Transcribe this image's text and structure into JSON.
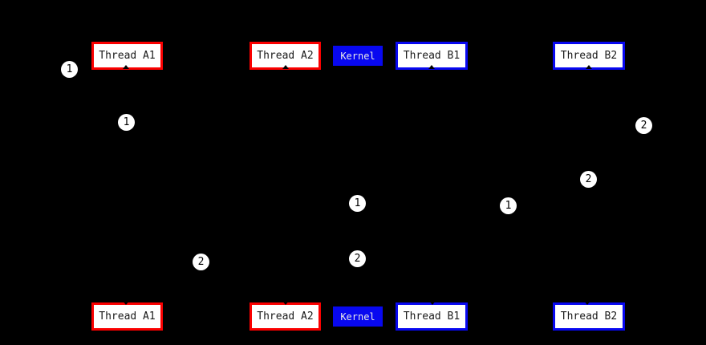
{
  "diagram": {
    "type": "sequence-diagram",
    "background": "#000000"
  },
  "colors": {
    "thread_a_border": "#fa0000",
    "thread_b_border": "#0808f0",
    "kernel_fill": "#0808f0",
    "kernel_text": "#e8e8e8",
    "box_fill": "#ffffff",
    "box_text": "#1a1a1a",
    "marker_fill": "#ffffff",
    "marker_text": "#000000"
  },
  "top_row": {
    "thread_a1": "Thread A1",
    "thread_a2": "Thread A2",
    "kernel": "Kernel",
    "thread_b1": "Thread B1",
    "thread_b2": "Thread B2"
  },
  "bottom_row": {
    "thread_a1": "Thread A1",
    "thread_a2": "Thread A2",
    "kernel": "Kernel",
    "thread_b1": "Thread B1",
    "thread_b2": "Thread B2"
  },
  "markers": [
    {
      "number": "1"
    },
    {
      "number": "1"
    },
    {
      "number": "2"
    },
    {
      "number": "2"
    },
    {
      "number": "1"
    },
    {
      "number": "1"
    },
    {
      "number": "2"
    },
    {
      "number": "2"
    }
  ]
}
